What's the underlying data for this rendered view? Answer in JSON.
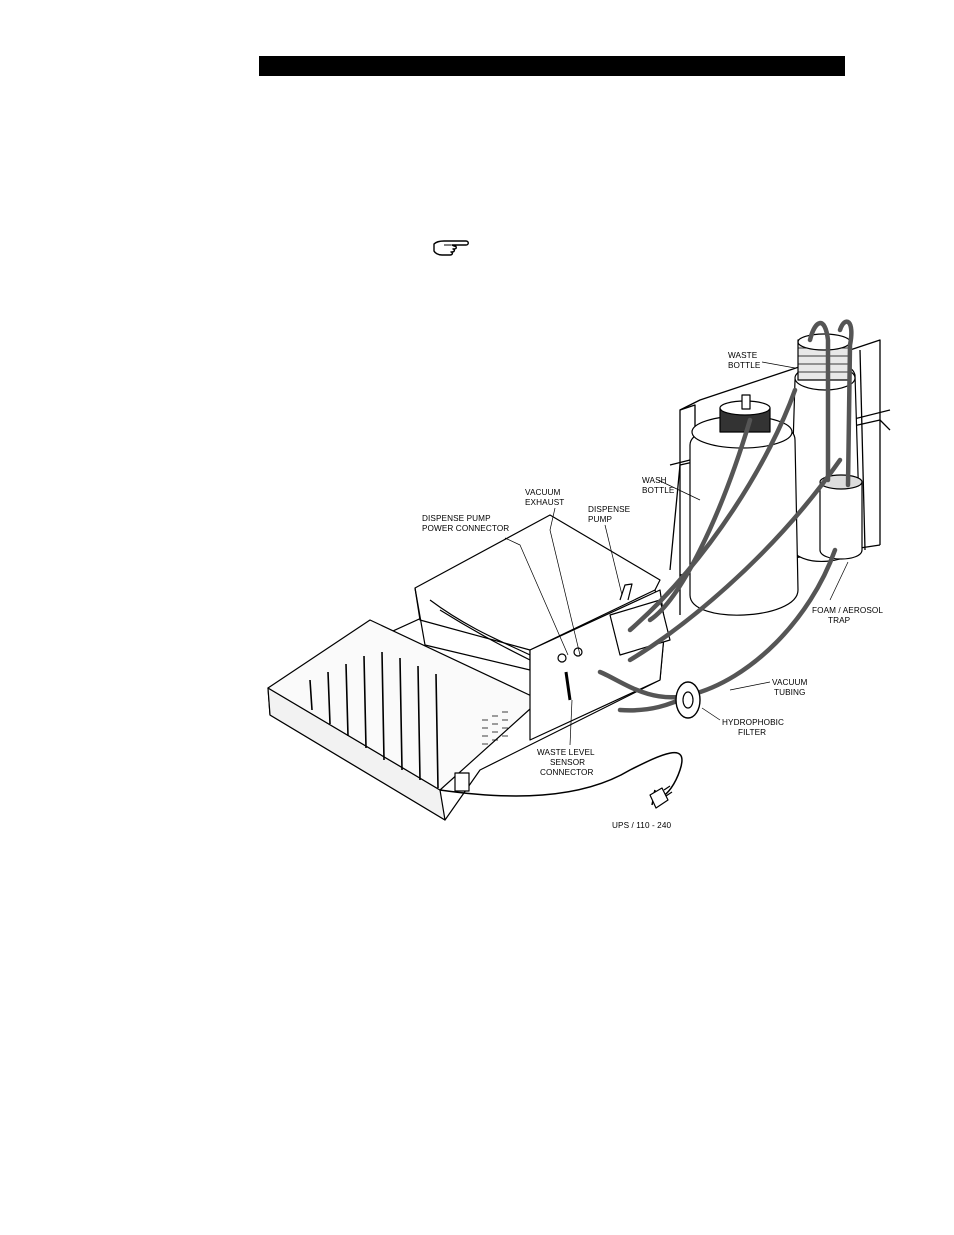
{
  "labels": {
    "waste_bottle": [
      "WASTE",
      "BOTTLE"
    ],
    "wash_bottle": [
      "WASH",
      "BOTTLE"
    ],
    "vacuum_exhaust": [
      "VACUUM",
      "EXHAUST"
    ],
    "dispense_pump": [
      "DISPENSE",
      "PUMP"
    ],
    "dispense_pump_power": [
      "DISPENSE PUMP",
      "POWER CONNECTOR"
    ],
    "foam_trap": [
      "FOAM / AEROSOL",
      "TRAP"
    ],
    "vacuum_tubing": [
      "VACUUM",
      "TUBING"
    ],
    "hydrophobic_filter": [
      "HYDROPHOBIC",
      "FILTER"
    ],
    "waste_level_sensor": [
      "WASTE LEVEL",
      "SENSOR",
      "CONNECTOR"
    ],
    "ups": "UPS / 110 - 240"
  },
  "icons": {
    "pointer": "pointing-hand-icon"
  }
}
